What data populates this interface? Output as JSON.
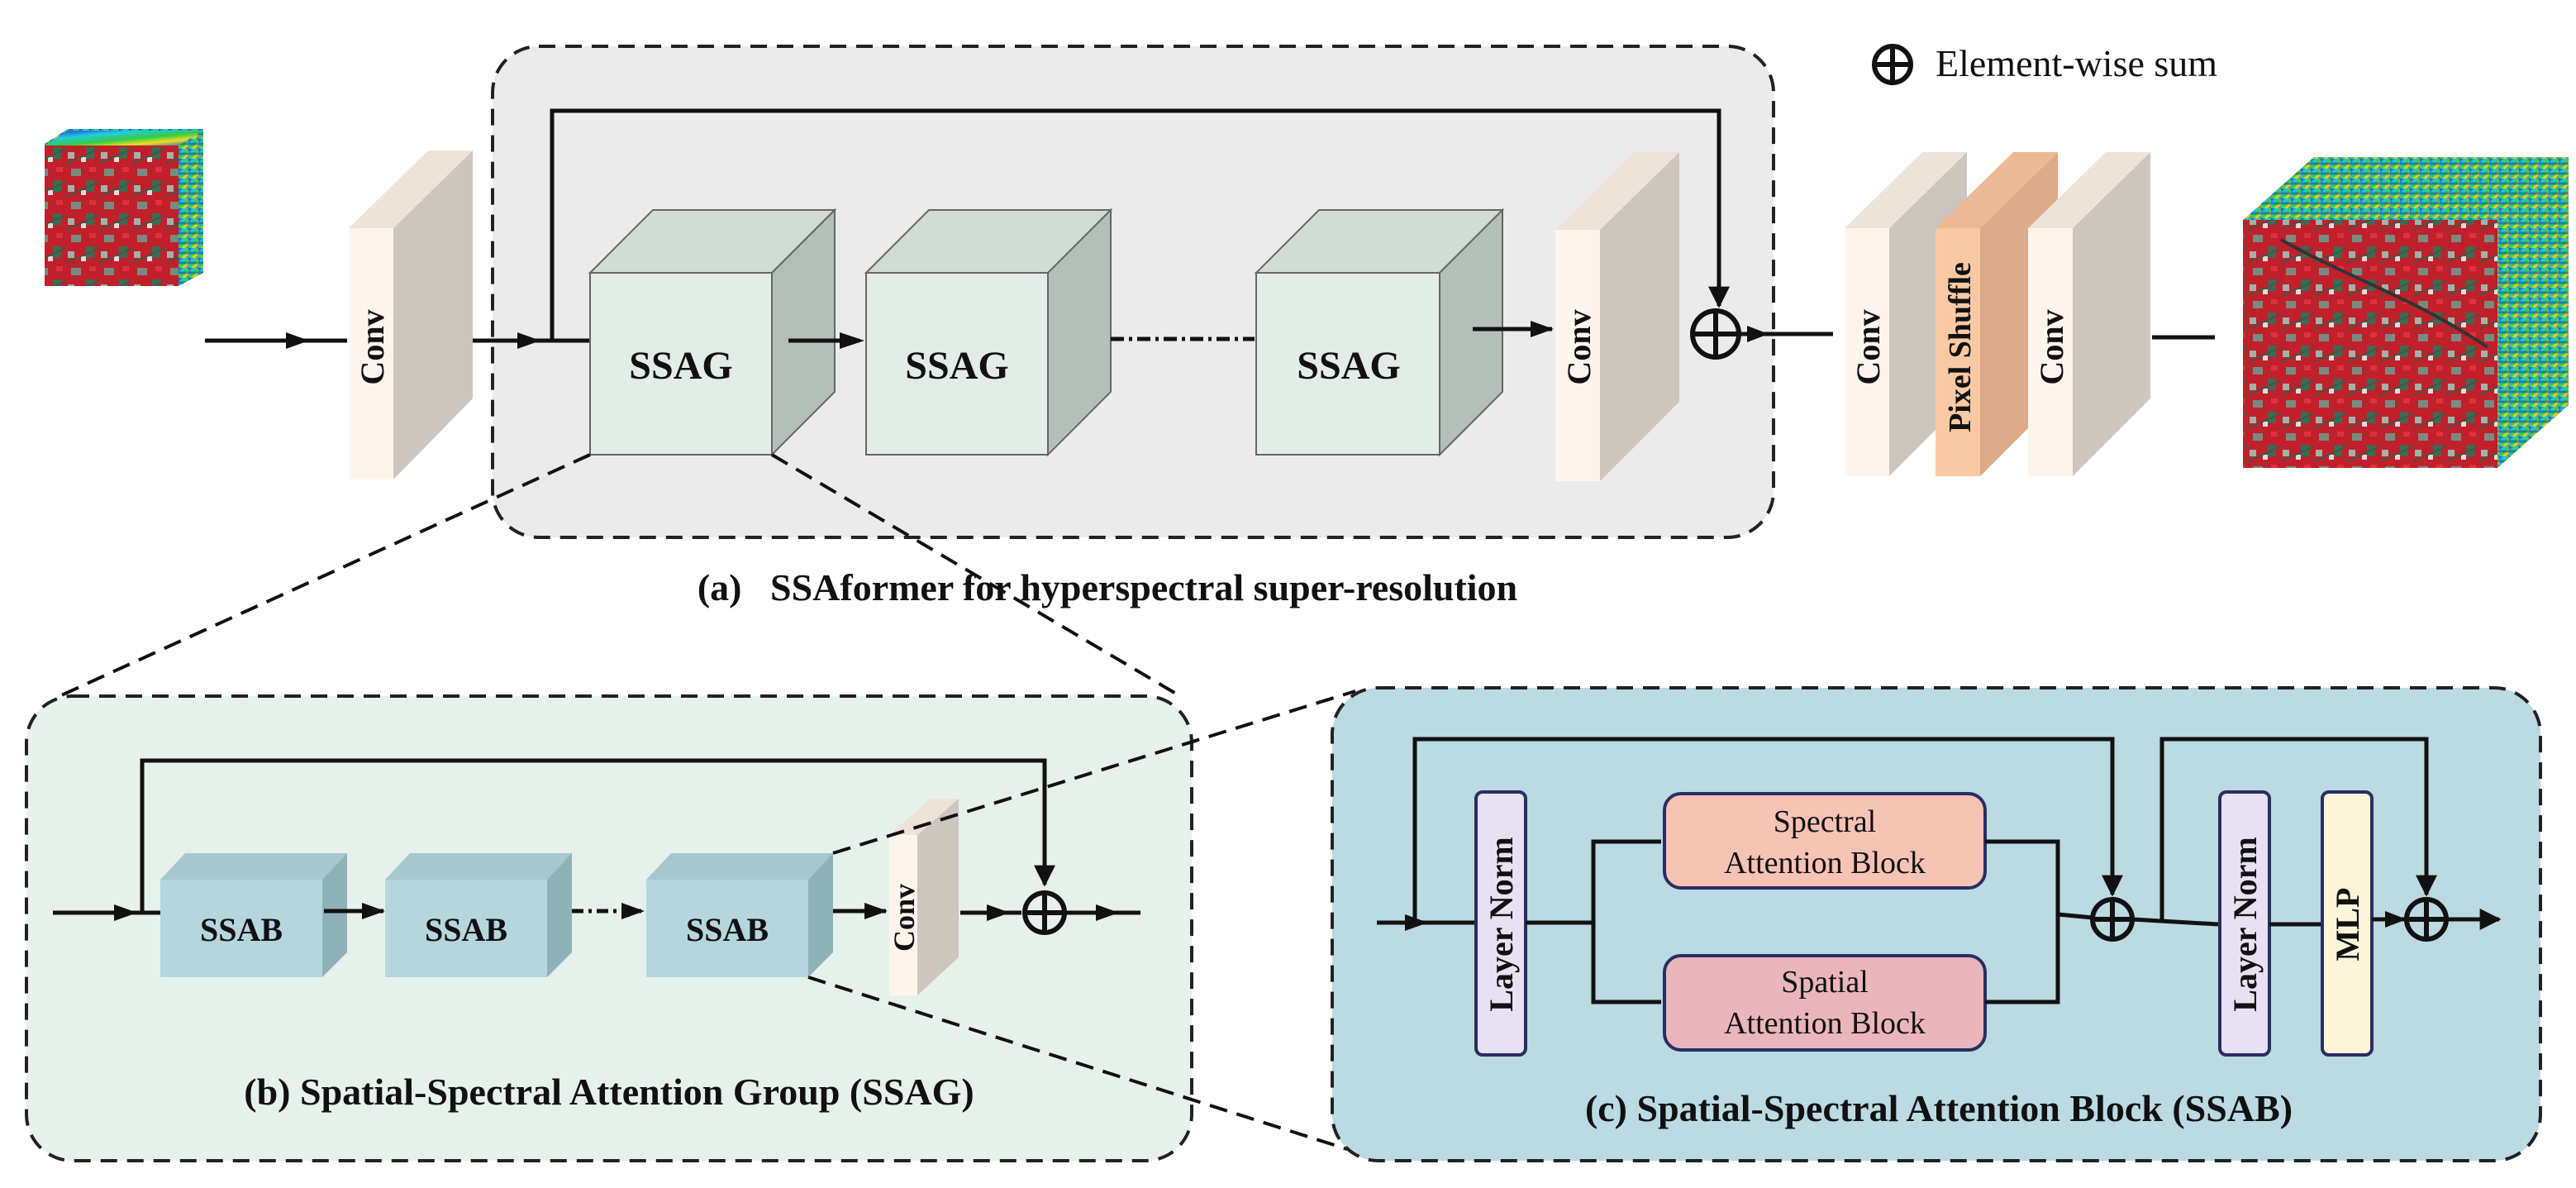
{
  "colors": {
    "panel_a_bg": "#EBEBEB",
    "panel_b_bg": "#E7F1EC",
    "panel_c_bg": "#BBDAE2",
    "ssag_front": "#E3EDE7",
    "ssag_side": "#B4BFBA",
    "ssab_front": "#B6D6DD",
    "ssab_side": "#8FB2BA",
    "conv_front": "#FDF5EC",
    "conv_side": "#CCC6BF",
    "pixel_shuffle_front": "#F9C9A4",
    "pixel_shuffle_side": "#DDAA8A",
    "layer_norm_fill": "#E8E1F3",
    "mlp_fill": "#FBF5D9",
    "spectral_fill": "#F7C3B5",
    "spatial_fill": "#EAB6BB",
    "line": "#111111"
  },
  "icons": {
    "sum": "circled-plus-icon",
    "input_cube": "hyperspectral-cube-icon",
    "output_cube": "hyperspectral-cube-icon"
  },
  "legend": {
    "label": "Element-wise sum"
  },
  "panel_a": {
    "caption": "(a)   SSAformer for hyperspectral super-resolution",
    "conv_in": "Conv",
    "ssag_1": "SSAG",
    "ssag_2": "SSAG",
    "ssag_3": "SSAG",
    "conv_body": "Conv",
    "tail_conv_1": "Conv",
    "pixel_shuffle": "Pixel Shuffle",
    "tail_conv_2": "Conv"
  },
  "panel_b": {
    "caption": "(b) Spatial-Spectral Attention Group (SSAG)",
    "ssab_1": "SSAB",
    "ssab_2": "SSAB",
    "ssab_3": "SSAB",
    "conv": "Conv"
  },
  "panel_c": {
    "caption": "(c) Spatial-Spectral Attention Block (SSAB)",
    "layer_norm_1": "Layer Norm",
    "spectral_line1": "Spectral",
    "spectral_line2": "Attention Block",
    "spatial_line1": "Spatial",
    "spatial_line2": "Attention Block",
    "layer_norm_2": "Layer Norm",
    "mlp": "MLP"
  }
}
